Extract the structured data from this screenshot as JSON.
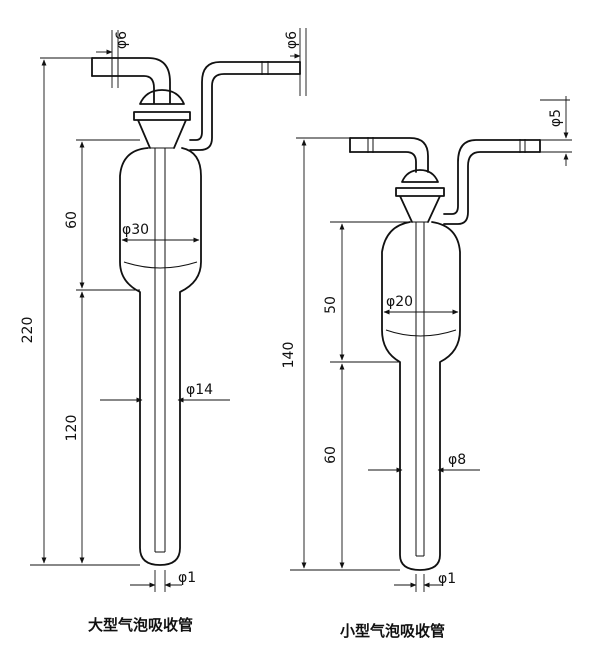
{
  "large_tube": {
    "caption": "大型气泡吸收管",
    "dims": {
      "inlet_dia": "φ6",
      "outlet_dia": "φ6",
      "total_height": "220",
      "bulb_height": "60",
      "bulb_dia": "φ30",
      "stem_height": "120",
      "stem_dia": "φ14",
      "tip_dia": "φ1"
    }
  },
  "small_tube": {
    "caption": "小型气泡吸收管",
    "dims": {
      "outlet_dia": "φ5",
      "total_height": "140",
      "bulb_height": "50",
      "bulb_dia": "φ20",
      "stem_height": "60",
      "stem_dia": "φ8",
      "tip_dia": "φ1"
    }
  },
  "colors": {
    "line": "#111111",
    "background": "#ffffff"
  }
}
